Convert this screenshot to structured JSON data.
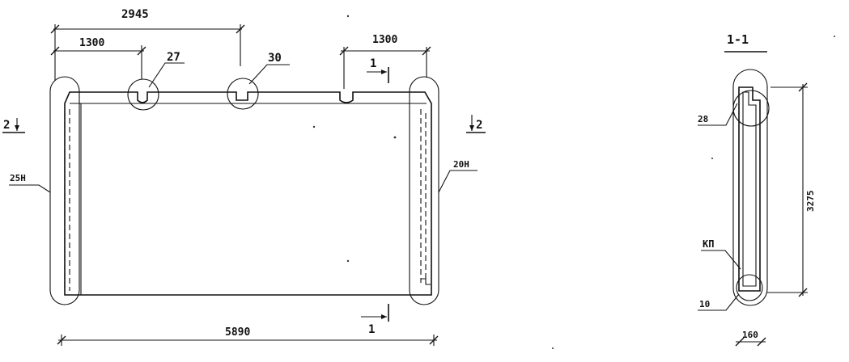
{
  "dimensions": {
    "top_2945": "2945",
    "top_left_1300": "1300",
    "top_right_1300": "1300",
    "bottom_5890": "5890",
    "height_3275": "3275",
    "width_160": "160"
  },
  "callouts": {
    "node_27": "27",
    "node_30": "30",
    "left_25n": "25Н",
    "right_20n": "20Н",
    "node_28": "28",
    "kp": "КП",
    "node_10": "10"
  },
  "section_marks": {
    "mark_1_top": "1",
    "mark_1_bottom": "1",
    "mark_2_left": "2",
    "mark_2_right": "2",
    "section_title": "1-1"
  }
}
